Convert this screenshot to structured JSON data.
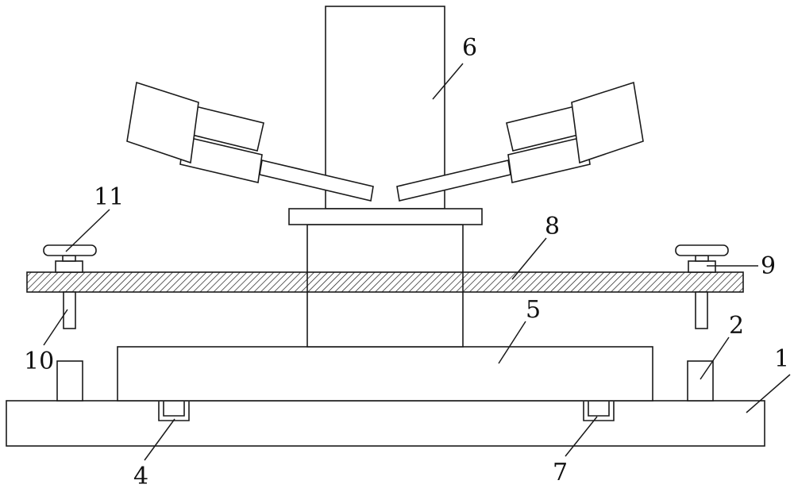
{
  "figure": {
    "labels": {
      "base_plate": "1",
      "support_block": "2",
      "slot_left": "4",
      "platform": "5",
      "column": "6",
      "slot_right": "7",
      "hatched_plate": "8",
      "bolt_right": "9",
      "bolt_left": "10",
      "knob_left": "11"
    },
    "colors": {
      "line": "#1a1a1a",
      "hatch": "#1a1a1a",
      "background": "#ffffff"
    }
  }
}
